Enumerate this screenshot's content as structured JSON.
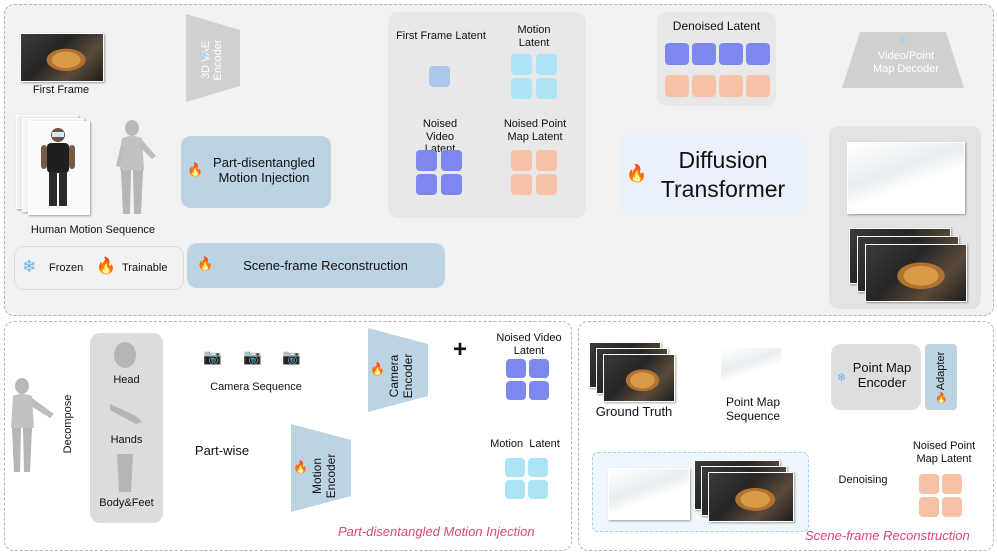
{
  "top": {
    "first_frame_label": "First Frame",
    "vae_encoder_label": "3D VAE Encoder",
    "human_motion_label": "Human Motion Sequence",
    "part_motion_injection": "Part-disentangled Motion Injection",
    "legend_frozen": "Frozen",
    "legend_trainable": "Trainable",
    "scene_frame_reconstruction": "Scene-frame Reconstruction",
    "first_frame_latent": "First Frame Latent",
    "motion_latent": "Motion Latent",
    "noised_video_latent": "Noised Video Latent",
    "noised_point_map_latent": "Noised Point Map Latent",
    "diffusion_transformer": "Diffusion Transformer",
    "denoised_latent": "Denoised Latent",
    "video_point_map_decoder": "Video/Point Map Decoder"
  },
  "bottom_left": {
    "decompose": "Decompose",
    "head": "Head",
    "hands": "Hands",
    "body_feet": "Body&Feet",
    "camera_sequence": "Camera Sequence",
    "camera_encoder": "Camera Encoder",
    "plus": "+",
    "noised_video_latent": "Noised Video Latent",
    "part_wise": "Part-wise",
    "motion_encoder": "Motion Encoder",
    "motion_latent": "Motion  Latent",
    "caption": "Part-disentangled Motion Injection"
  },
  "bottom_right": {
    "ground_truth": "Ground Truth",
    "point_map_sequence": "Point Map Sequence",
    "point_map_encoder": "Point Map Encoder",
    "adapter": "Adapter",
    "noised_point_map_latent": "Noised Point Map Latent",
    "denoising": "Denoising",
    "caption": "Scene-frame Reconstruction"
  },
  "icons": {
    "snowflake": "❄",
    "fire": "🔥",
    "camera": "📷"
  },
  "colors": {
    "purple": "#7d88ee",
    "cyan": "#ace3f7",
    "peach": "#f6c1a4",
    "block_blue": "#bcd3e3",
    "caption_pink": "#e0457b"
  }
}
